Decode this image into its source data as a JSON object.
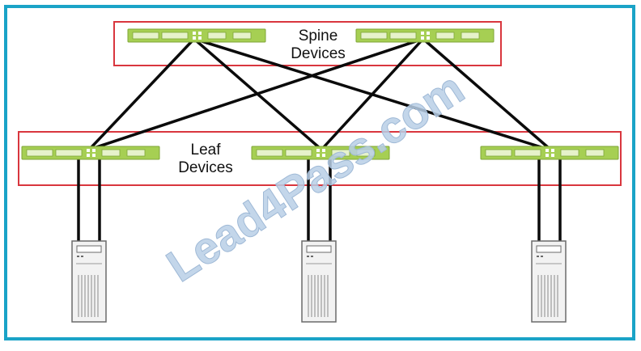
{
  "groups": {
    "spine": {
      "line1": "Spine",
      "line2": "Devices"
    },
    "leaf": {
      "line1": "Leaf",
      "line2": "Devices"
    }
  },
  "watermark": {
    "text": "Lead4Pass.com",
    "color": "#b9cfe6"
  },
  "colors": {
    "frame": "#1aa3c7",
    "group_border": "#d9363e",
    "switch_fill": "#a6cf53",
    "switch_ports": "#e6f2cb",
    "link": "#0b0b0b",
    "server_fill": "#f2f2f2",
    "server_stroke": "#6b6b6b"
  },
  "icons": {
    "switch": "switch-icon",
    "server": "server-icon"
  },
  "devices": {
    "spines": [
      "spine-switch-1",
      "spine-switch-2"
    ],
    "leaves": [
      "leaf-switch-1",
      "leaf-switch-2",
      "leaf-switch-3"
    ],
    "servers": [
      "server-1",
      "server-2",
      "server-3"
    ]
  }
}
